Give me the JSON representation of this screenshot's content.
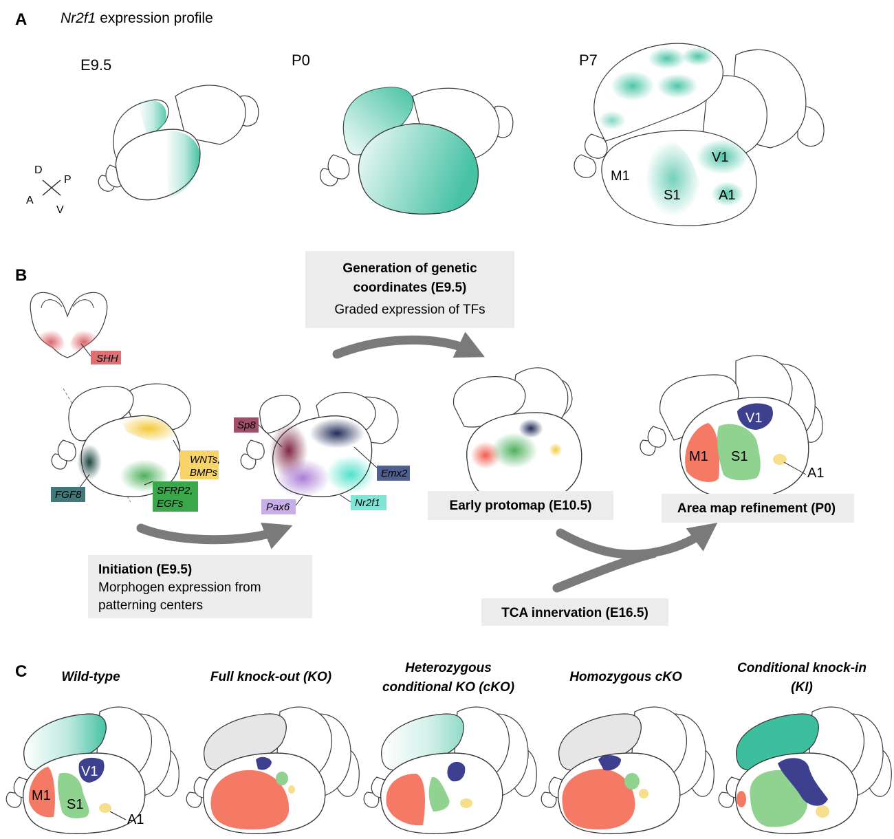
{
  "panel_a": {
    "letter": "A",
    "title_italic": "Nr2f1",
    "title_rest": " expression profile",
    "stages": [
      "E9.5",
      "P0",
      "P7"
    ],
    "axes": {
      "d": "D",
      "p": "P",
      "a": "A",
      "v": "V"
    },
    "p7_areas": [
      "M1",
      "S1",
      "V1",
      "A1"
    ]
  },
  "panel_b": {
    "letter": "B",
    "shh": "SHH",
    "morphogens": {
      "fgf8": "FGF8",
      "wnts": "WNTs,",
      "bmps": "BMPs",
      "sfrp2": "SFRP2,",
      "egfs": "EGFs"
    },
    "tfs": {
      "sp8": "Sp8",
      "emx2": "Emx2",
      "pax6": "Pax6",
      "nr2f1": "Nr2f1"
    },
    "generation": {
      "line1": "Generation of genetic",
      "line2": "coordinates (E9.5)",
      "line3": "Graded expression of TFs"
    },
    "initiation": {
      "line1": "Initiation (E9.5)",
      "line2": "Morphogen expression from",
      "line3": "patterning centers"
    },
    "protomap": "Early protomap (E10.5)",
    "refinement": "Area map refinement (P0)",
    "tca": "TCA innervation (E16.5)",
    "areas": [
      "M1",
      "S1",
      "V1",
      "A1"
    ]
  },
  "panel_c": {
    "letter": "C",
    "conditions": [
      {
        "line1": "Wild-type",
        "line2": ""
      },
      {
        "line1": "Full knock-out (KO)",
        "line2": ""
      },
      {
        "line1": "Heterozygous",
        "line2": "conditional KO (cKO)"
      },
      {
        "line1": "Homozygous cKO",
        "line2": ""
      },
      {
        "line1": "Conditional knock-in",
        "line2": "(KI)"
      }
    ],
    "wt_areas": [
      "M1",
      "S1",
      "V1",
      "A1"
    ]
  },
  "colors": {
    "teal": "#3dbf9f",
    "m1": "#f47a66",
    "s1": "#90d28f",
    "v1": "#3d3f8f",
    "a1": "#f5df8c",
    "gray_box": "#ececec",
    "arrow": "#7a7a7a"
  }
}
